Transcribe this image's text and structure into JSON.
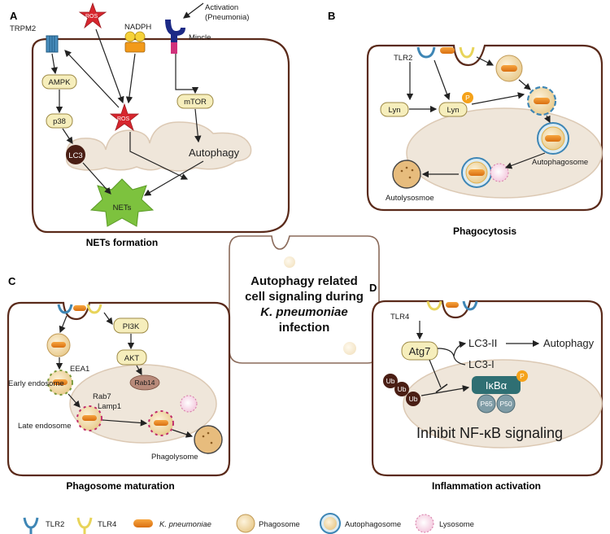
{
  "panels": {
    "a": {
      "letter": "A",
      "title": "NETs formation",
      "labels": {
        "trpm2": "TRPM2",
        "ros_top": "ROS",
        "nadph": "NADPH",
        "activation": "Activation (Pneumonia)",
        "activation_line1": "Activation",
        "activation_line2": "(Pneumonia)",
        "mincle": "Mincle",
        "ampk": "AMPK",
        "p38": "p38",
        "ros_mid": "ROS",
        "mtor": "mTOR",
        "autophagy": "Autophagy",
        "lc3": "LC3",
        "nets": "NETs"
      }
    },
    "b": {
      "letter": "B",
      "title": "Phagocytosis",
      "labels": {
        "tlr2": "TLR2",
        "lyn1": "Lyn",
        "lyn2": "Lyn",
        "p": "P",
        "autophagosome": "Autophagosome",
        "autolysosome": "Autolysosmoe"
      }
    },
    "center": {
      "line1": "Autophagy related",
      "line2": "cell signaling during",
      "line3": "K. pneumoniae",
      "line4": "infection"
    },
    "c": {
      "letter": "C",
      "title": "Phagosome maturation",
      "labels": {
        "pi3k": "PI3K",
        "akt": "AKT",
        "rab14": "Rab14",
        "eea1": "EEA1",
        "early_endosome": "Early endosome",
        "rab7": "Rab7",
        "lamp1": "Lamp1",
        "late_endosome": "Late endosome",
        "phagolysome": "Phagolysome"
      }
    },
    "d": {
      "letter": "D",
      "title": "Inflammation activation",
      "labels": {
        "tlr4": "TLR4",
        "atg7": "Atg7",
        "lc3ii": "LC3-II",
        "lc3i": "LC3-I",
        "autophagy": "Autophagy",
        "ub1": "Ub",
        "ub2": "Ub",
        "ub3": "Ub",
        "ikba": "IκBα",
        "p": "P",
        "p65": "P65",
        "p50": "P50",
        "inhibit": "Inhibit NF-κB signaling"
      }
    }
  },
  "legend": [
    {
      "key": "tlr2",
      "label": "TLR2"
    },
    {
      "key": "tlr4",
      "label": "TLR4"
    },
    {
      "key": "kp",
      "label": "K. pneumoniae"
    },
    {
      "key": "phagosome",
      "label": "Phagosome"
    },
    {
      "key": "autophagosome",
      "label": "Autophagosome"
    },
    {
      "key": "lysosome",
      "label": "Lysosome"
    }
  ],
  "colors": {
    "cell_border": "#5a2a1a",
    "nucleus": "#efe6da",
    "box_fill": "#f6eebc",
    "ros": "#d7262e",
    "nadph": "#f2b51b",
    "mincle": "#1c2a86",
    "nets": "#7dc23e",
    "bacterium": "#ef8a1e",
    "tlr2": "#3e86b5",
    "tlr4": "#e8d45a",
    "ikba": "#2f6f73",
    "ub": "#4a1e14",
    "phospho": "#f5a21a"
  }
}
